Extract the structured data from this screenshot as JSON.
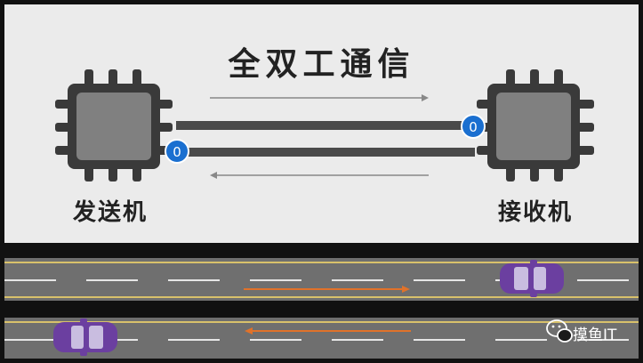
{
  "title": "全双工通信",
  "sender": {
    "label": "发送机",
    "port_value": "0"
  },
  "receiver": {
    "label": "接收机",
    "port_value": "0"
  },
  "colors": {
    "chip_body": "#3a3a3a",
    "chip_face": "#808080",
    "bus_line": "#4a4a4a",
    "port_blue": "#1a6fd0",
    "road": "#6f6f6f",
    "lane_yellow": "#d8c16b",
    "arrow_orange": "#e0722a",
    "car_purple": "#6b3fa0"
  },
  "watermark": {
    "icon": "wechat-icon",
    "text": "摸鱼IT"
  }
}
